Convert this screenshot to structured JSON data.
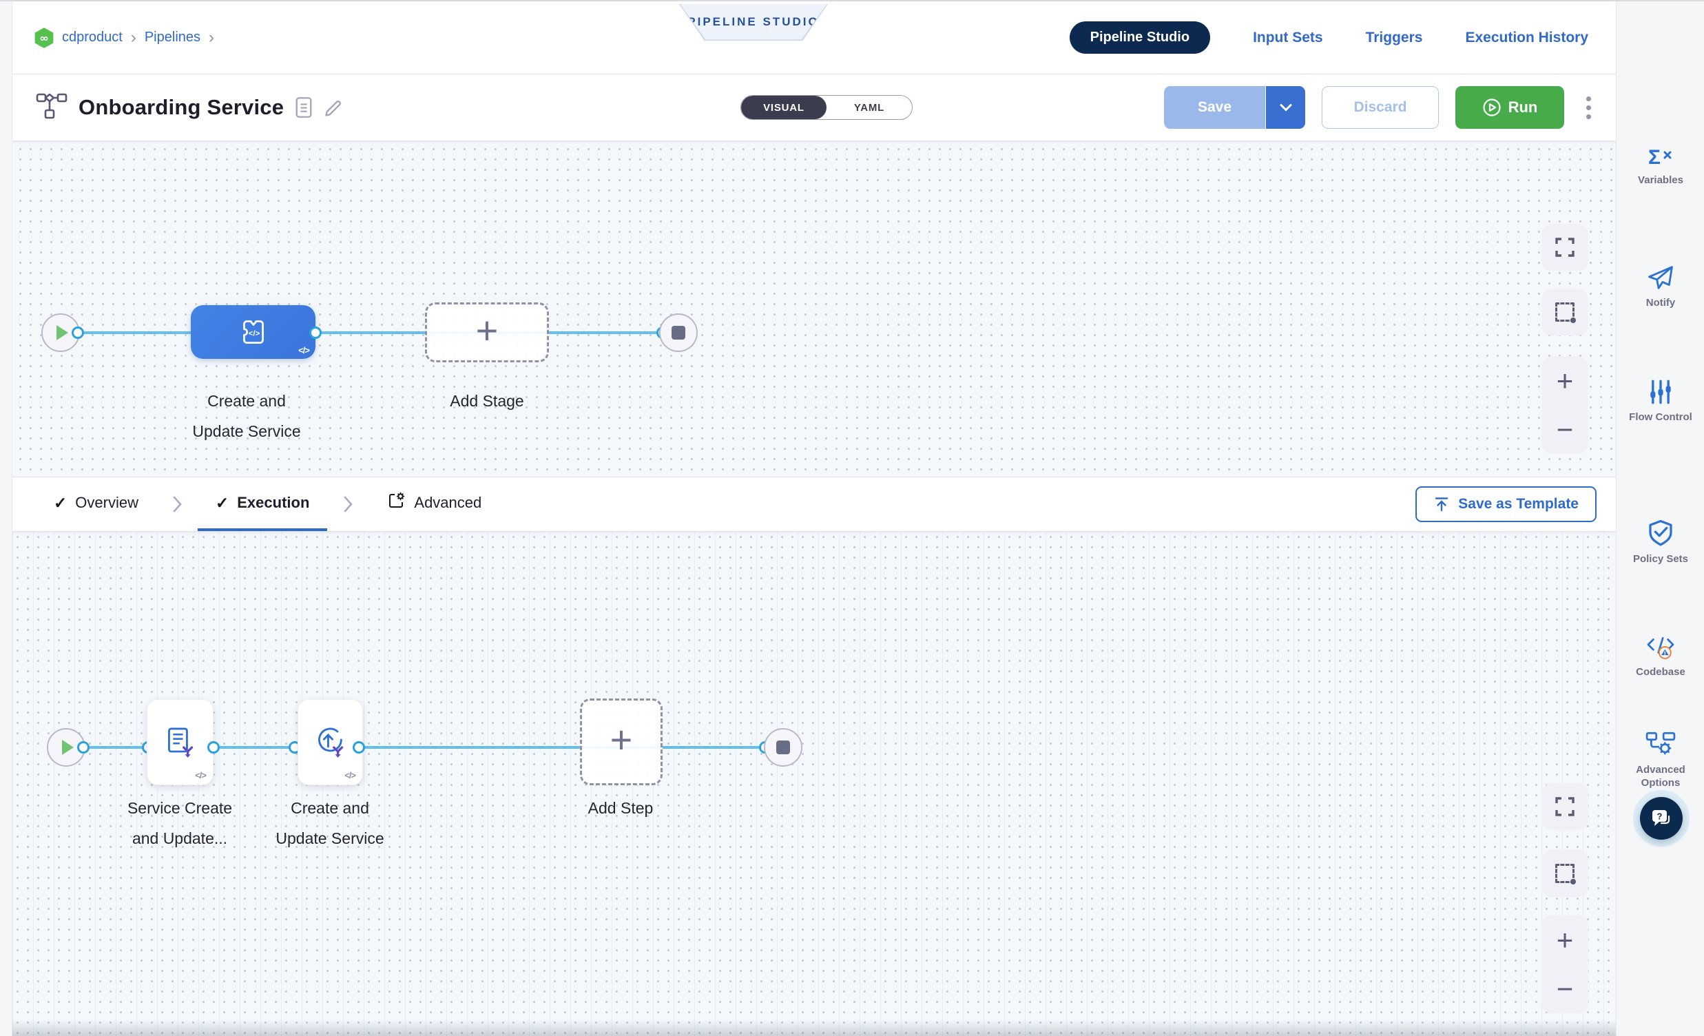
{
  "colors": {
    "accent_blue": "#2e6ac9",
    "navy_pill": "#0c2a4f",
    "run_green": "#47ab4a",
    "stage_node_blue": "#3d7de4",
    "connector_blue": "#63c0ea",
    "toggle_dark": "#3b3d4f",
    "module_green": "#56c14e",
    "warning_orange": "#e8833a"
  },
  "breadcrumb": {
    "project": "cdproduct",
    "separator": "›",
    "section": "Pipelines"
  },
  "studio_badge": {
    "label": "PIPELINE STUDIO"
  },
  "top_tabs": [
    {
      "label": "Pipeline Studio",
      "active": true
    },
    {
      "label": "Input Sets"
    },
    {
      "label": "Triggers"
    },
    {
      "label": "Execution History"
    }
  ],
  "header": {
    "title": "Onboarding Service",
    "toggle": {
      "visual": "VISUAL",
      "yaml": "YAML",
      "selected": "VISUAL"
    },
    "actions": {
      "save": "Save",
      "discard": "Discard",
      "run": "Run"
    }
  },
  "stage_canvas": {
    "stage": {
      "label_line1": "Create and",
      "label_line2": "Update Service",
      "code_badge": "</>"
    },
    "add_stage": {
      "label": "Add Stage"
    }
  },
  "exec_tabbar": {
    "tabs": [
      {
        "label": "Overview",
        "checked": true
      },
      {
        "label": "Execution",
        "checked": true,
        "active": true
      },
      {
        "label": "Advanced"
      }
    ],
    "check_glyph": "✓",
    "save_as_template": "Save as Template"
  },
  "exec_canvas": {
    "steps": [
      {
        "label_line1": "Service Create",
        "label_line2": "and Update...",
        "code_badge": "</>"
      },
      {
        "label_line1": "Create and",
        "label_line2": "Update Service",
        "code_badge": "</>"
      }
    ],
    "add_step": {
      "label": "Add Step"
    }
  },
  "sidebar": {
    "items": [
      {
        "label": "Variables"
      },
      {
        "label": "Notify"
      },
      {
        "label": "Flow Control"
      },
      {
        "label": "Policy Sets"
      },
      {
        "label": "Codebase"
      },
      {
        "label": "Advanced Options"
      }
    ]
  }
}
